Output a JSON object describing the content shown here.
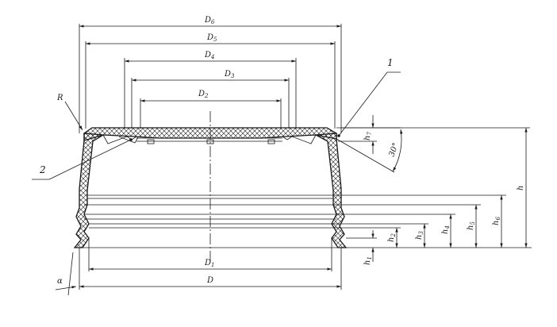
{
  "labels": {
    "D6": {
      "base": "D",
      "sub": "6"
    },
    "D5": {
      "base": "D",
      "sub": "5"
    },
    "D4": {
      "base": "D",
      "sub": "4"
    },
    "D3": {
      "base": "D",
      "sub": "3"
    },
    "D2": {
      "base": "D",
      "sub": "2"
    },
    "D1": {
      "base": "D",
      "sub": "1"
    },
    "D": "D",
    "R": "R",
    "alpha": "α",
    "angle": "30°",
    "h": "h",
    "h1": {
      "base": "h",
      "sub": "1"
    },
    "h2": {
      "base": "h",
      "sub": "2"
    },
    "h3": {
      "base": "h",
      "sub": "3"
    },
    "h4": {
      "base": "h",
      "sub": "4"
    },
    "h5": {
      "base": "h",
      "sub": "5"
    },
    "h6": {
      "base": "h",
      "sub": "6"
    },
    "h7": {
      "base": "h",
      "sub": "7"
    }
  },
  "callouts": {
    "part1": "1",
    "part2": "2"
  },
  "colors": {
    "ink": "#1a1a1a",
    "background": "#ffffff"
  }
}
